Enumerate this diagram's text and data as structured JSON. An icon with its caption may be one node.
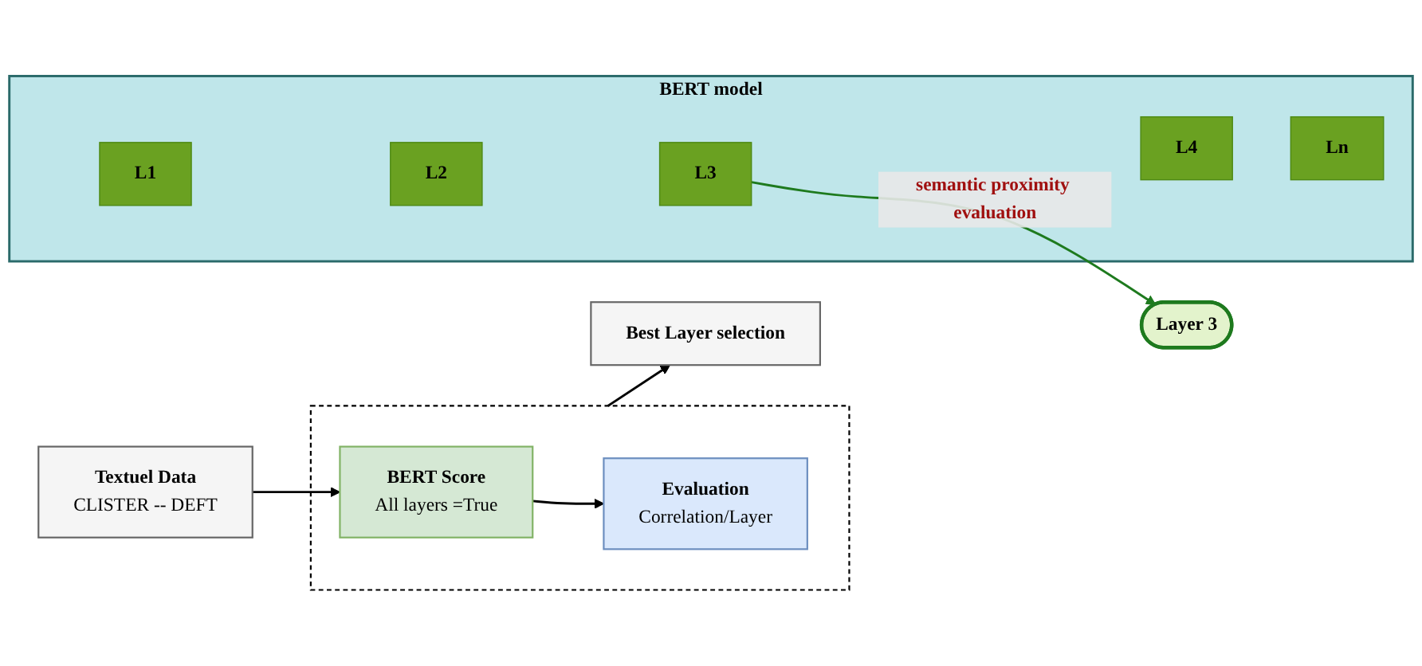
{
  "diagram": {
    "nodes": [
      {
        "text": [
          "Textuel Data",
          "CLISTER -- DEFT"
        ]
      },
      {
        "text": [],
        "shape": "box"
      },
      {
        "text": [
          "BERT Score",
          "All layers =True"
        ],
        "in": 1
      },
      {
        "text": [
          "Evaluation",
          "Correlation/Layer"
        ],
        "in": 1
      },
      {
        "text": [
          "Best Layer selection"
        ]
      },
      {
        "text": [
          "BERT model"
        ]
      },
      {
        "text": [
          "L1"
        ],
        "in": 5
      },
      {
        "text": [
          "L2"
        ],
        "in": 5
      },
      {
        "text": [
          "L3"
        ],
        "in": 5
      },
      {
        "text": [
          "L4"
        ],
        "in": 5
      },
      {
        "text": [
          "Ln"
        ],
        "in": 5
      },
      {
        "text": [
          "Layer 3"
        ]
      }
    ],
    "edges": [
      {
        "from": 0,
        "to": 2,
        "arrow": "to"
      },
      {
        "from": 2,
        "to": 3,
        "arrow": "to"
      },
      {
        "from": 1,
        "to": 4,
        "arrow": "to"
      },
      {
        "from": 8,
        "to": 11,
        "arrow": "to",
        "label": "semantic proximity evaluation",
        "color": "#1e7a1e"
      }
    ]
  }
}
